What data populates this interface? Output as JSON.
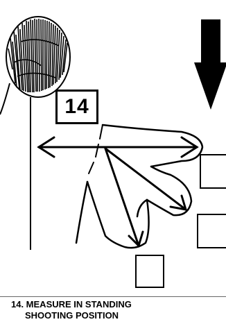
{
  "figure": {
    "callout_number": "14",
    "caption_line1": "14. MEASURE IN STANDING",
    "caption_line2": "SHOOTING POSITION",
    "icons": [
      "head-hair-icon",
      "down-arrow-icon",
      "measurement-arrow-icon"
    ]
  }
}
